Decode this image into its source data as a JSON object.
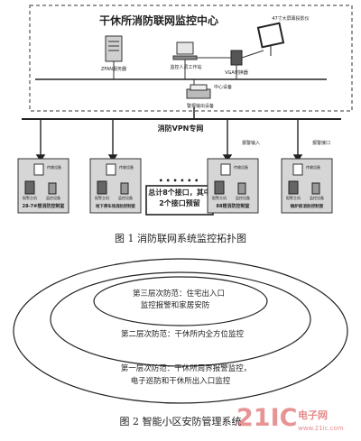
{
  "colors": {
    "watermark_red": "#d43c3c",
    "box_grey": "#d6d6d6",
    "ink": "#222222"
  },
  "figure1": {
    "center_title": "干休所消防联网监控中心",
    "server_label": "ZFAN服务器",
    "operator_label": "监控人员工作站",
    "vga_label": "VGA切换器",
    "wall_label": "47寸大屏幕投影仪",
    "other_label": "中心设备",
    "printer_label": "警报输出设备",
    "vpn_label": "消防VPN专网",
    "alarm_label": "报警输入",
    "alarm_label_2": "报警接口",
    "node_top_label": "传输设备",
    "node_device_label": "报警主机",
    "node_device_label_2": "监控设备",
    "nodes": [
      {
        "name": "28-7#楼消防控制室"
      },
      {
        "name": "地下停车场消防控制室"
      },
      {
        "name": "88楼消防控制室"
      },
      {
        "name": "锅炉房消防控制室"
      }
    ],
    "ellipsis": "• • • • • •",
    "note": "总计8个接口，其中2个接口预留",
    "caption": "图 1   消防联网系统监控拓扑图"
  },
  "figure2": {
    "layer3": [
      "第三层次防范：住宅出入口",
      "监控报警和家居安防"
    ],
    "layer2": "第二层次防范：干休所内全方位监控",
    "layer1": [
      "第一层次防范：干休所周界报警监控，",
      "电子巡防和干休所出入口监控"
    ],
    "caption": "图 2   智能小区安防管理系统"
  },
  "watermark": {
    "brand": "21IC",
    "cn": "电子网",
    "url": "www.21ic.com"
  }
}
